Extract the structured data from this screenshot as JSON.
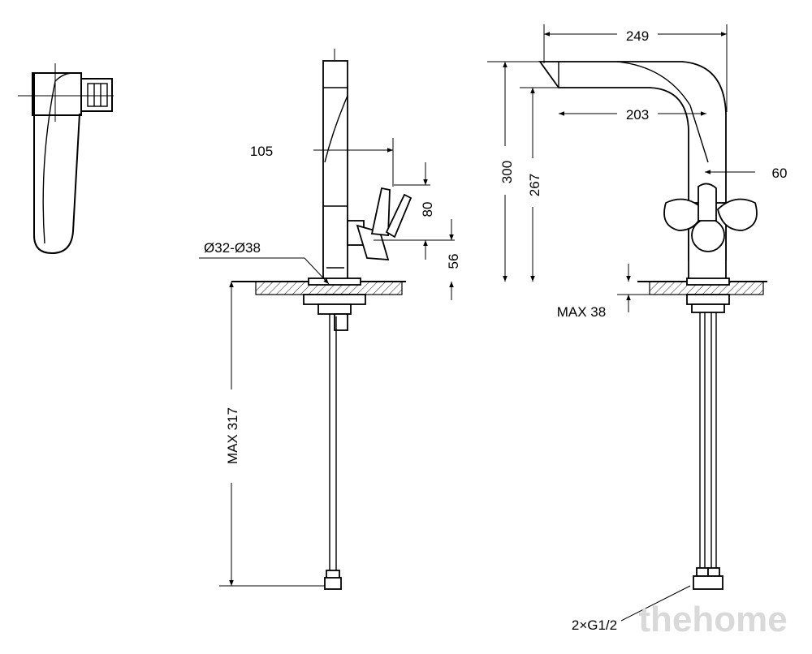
{
  "dimensions": {
    "d249": "249",
    "d203": "203",
    "d105": "105",
    "d300": "300",
    "d267": "267",
    "d60": "60",
    "d80": "80",
    "d56": "56",
    "hole": "Ø32-Ø38",
    "max38": "MAX 38",
    "max317": "MAX 317",
    "thread": "2×G1/2"
  },
  "watermark": "thehome"
}
